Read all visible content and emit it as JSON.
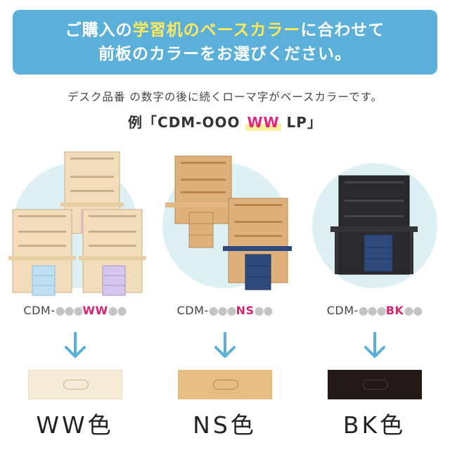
{
  "banner": {
    "line1_before": "ご購入の",
    "line1_highlight": "学習机のベースカラー",
    "line1_after": "に合わせて",
    "line2": "前板のカラーをお選びください。",
    "bg_color": "#5ab0d8",
    "highlight_color": "#ffe95a"
  },
  "subtext": "デスク品番 の数字の後に続くローマ字がベースカラーです。",
  "example": {
    "before": "例「CDM-OOO ",
    "highlight": "WW",
    "after": " LP」"
  },
  "columns": [
    {
      "code_prefix": "CDM-",
      "code_dots": "●●●",
      "code": "WW",
      "code_suffix": "●●",
      "code_color": "#d6246f",
      "label": "WW色",
      "swatch_color": "#f6ebd6",
      "circle_color": "#ddf1f4",
      "arrow_icon": "arrow-down-icon"
    },
    {
      "code_prefix": "CDM-",
      "code_dots": "●●●",
      "code": "NS",
      "code_suffix": "●●",
      "code_color": "#d6246f",
      "label": "NS色",
      "swatch_color": "#e7bd86",
      "circle_color": "#ddf1f4",
      "arrow_icon": "arrow-down-icon"
    },
    {
      "code_prefix": "CDM-",
      "code_dots": "●●●",
      "code": "BK",
      "code_suffix": "●●",
      "code_color": "#d6246f",
      "label": "BK色",
      "swatch_color": "#231a17",
      "circle_color": "#ddf1f4",
      "arrow_icon": "arrow-down-icon"
    }
  ],
  "colors": {
    "arrow": "#5ab0d8",
    "wood_light": "#f2dcb9",
    "wood_natural": "#d9a56b",
    "navy": "#2e4a7d",
    "black_desk": "#2a2a2e"
  }
}
